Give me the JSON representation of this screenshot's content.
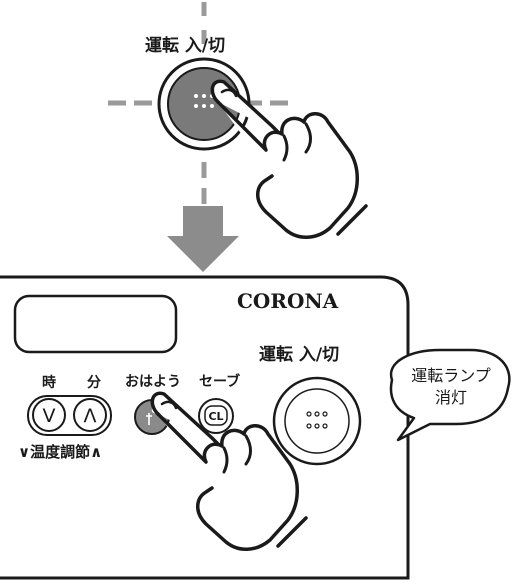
{
  "top": {
    "power_label": "運転 入/切"
  },
  "panel": {
    "brand": "CORONA",
    "power_label": "運転 入/切",
    "labels": {
      "hour": "時",
      "minute": "分",
      "ohayou": "おはよう",
      "save": "セーブ",
      "temp_adjust": "∨温度調節∧"
    },
    "button_glyphs": {
      "down": "V",
      "up": "Λ",
      "cl": "CL"
    }
  },
  "callout": {
    "line1": "運転ランプ",
    "line2": "消灯"
  },
  "colors": {
    "guide_dash": "#9a9a9a",
    "arrow": "#8c8c8c",
    "power_button_pressed": "#7a7a7a",
    "ohayou_button": "#8a8a8a",
    "outline": "#1a1a1a"
  },
  "icons": {
    "hand": "pointing-hand-icon",
    "arrow": "down-arrow-icon",
    "ohayou": "sun-person-icon"
  }
}
